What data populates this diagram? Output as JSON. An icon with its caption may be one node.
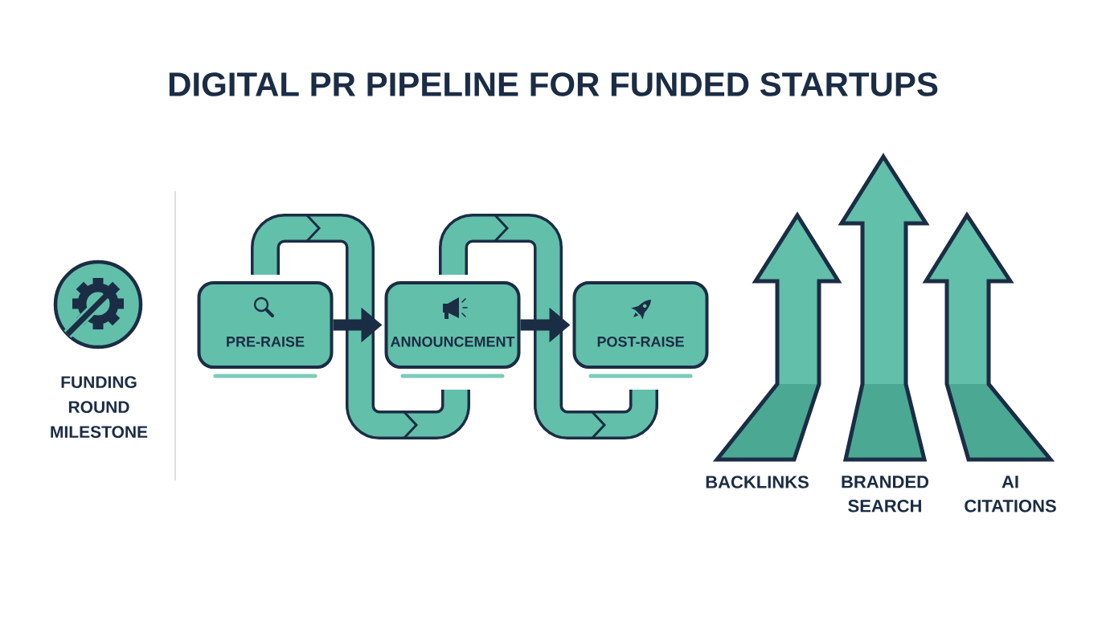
{
  "diagram": {
    "title": "DIGITAL PR PIPELINE FOR FUNDED STARTUPS",
    "nodes": [
      {
        "text": [
          "PRE-RAISE"
        ]
      },
      {
        "text": [
          "ANNOUNCEMENT"
        ]
      },
      {
        "text": [
          "POST-RAISE"
        ]
      }
    ],
    "edges": [
      {
        "from": 0,
        "to": 1,
        "arrow": "to"
      },
      {
        "from": 1,
        "to": 2,
        "arrow": "to"
      }
    ],
    "labels": [
      "FUNDING ROUND MILESTONE",
      "BACKLINKS",
      "BRANDED SEARCH",
      "AI CITATIONS"
    ]
  }
}
